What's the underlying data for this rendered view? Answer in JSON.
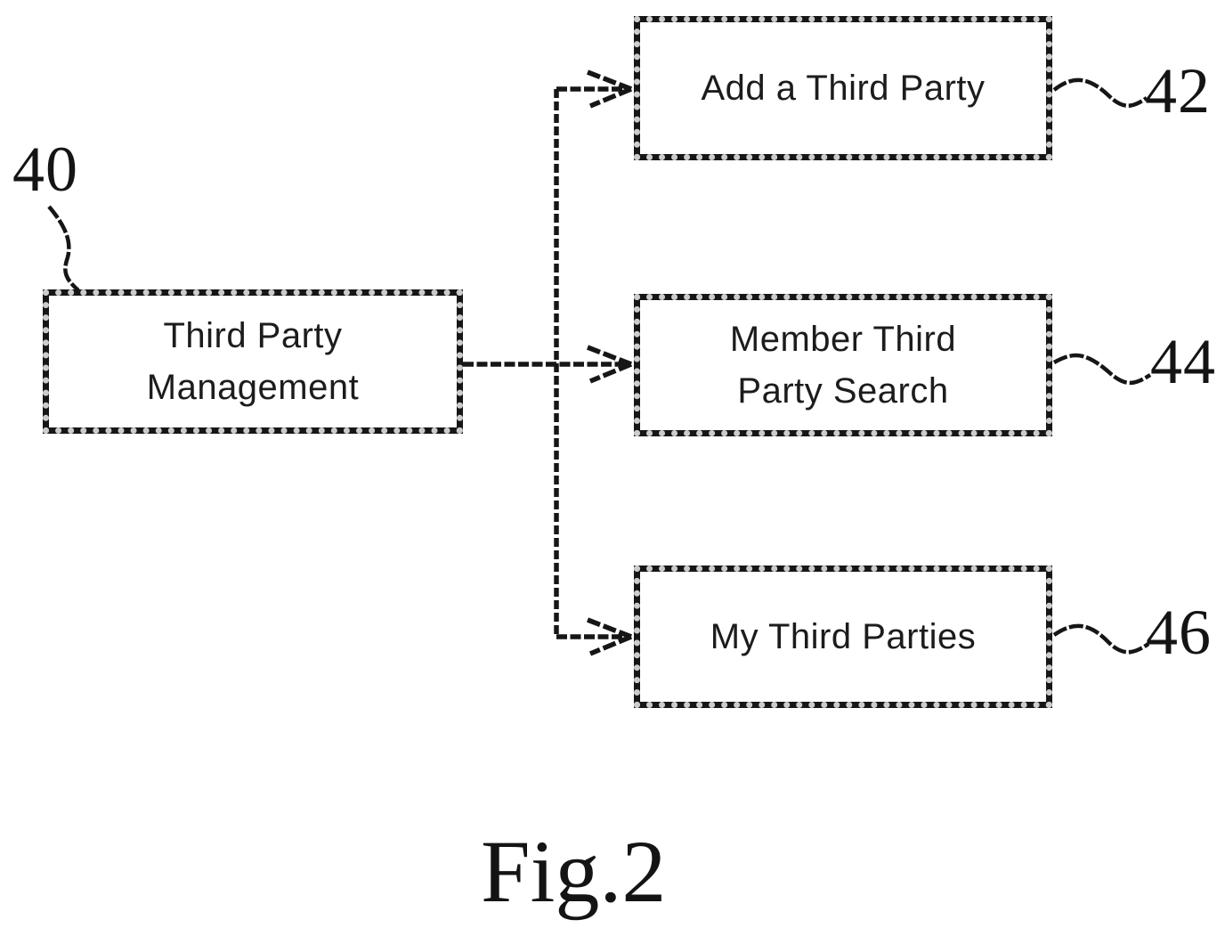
{
  "figure": {
    "caption": "Fig.2",
    "background": "#ffffff",
    "ink_color": "#161616",
    "nodes": [
      {
        "name": "third-party-management",
        "ref": "40",
        "label_lines": [
          "Third Party",
          "Management"
        ]
      },
      {
        "name": "add-a-third-party",
        "ref": "42",
        "label_lines": [
          "Add a Third Party"
        ]
      },
      {
        "name": "member-third-party-search",
        "ref": "44",
        "label_lines": [
          "Member Third",
          "Party Search"
        ]
      },
      {
        "name": "my-third-parties",
        "ref": "46",
        "label_lines": [
          "My Third Parties"
        ]
      }
    ],
    "connections": [
      {
        "from": "third-party-management",
        "to": "add-a-third-party"
      },
      {
        "from": "third-party-management",
        "to": "member-third-party-search"
      },
      {
        "from": "third-party-management",
        "to": "my-third-parties"
      }
    ]
  }
}
